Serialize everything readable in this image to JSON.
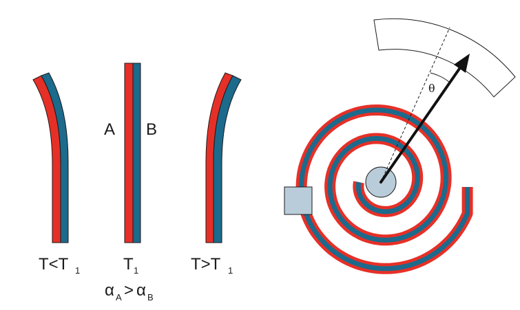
{
  "colors": {
    "metal_a": "#e63027",
    "metal_b": "#1c6a8c",
    "outline": "#1a1a1a",
    "hub": "#b8ccd9",
    "block": "#b8ccd9",
    "scale_fill": "#ffffff"
  },
  "strips": {
    "cold": {
      "label_main": "T<T",
      "label_sub": "1"
    },
    "reference": {
      "label_main": "T",
      "label_sub": "1",
      "metal_a_label": "A",
      "metal_b_label": "B",
      "alpha_main_1": "α",
      "alpha_sub_1": "A",
      "alpha_op": ">",
      "alpha_main_2": "α",
      "alpha_sub_2": "B"
    },
    "hot": {
      "label_main": "T>T",
      "label_sub": "1"
    }
  },
  "thermometer": {
    "angle_symbol": "θ",
    "icons": [
      "spiral-bimetal-coil",
      "pointer-arrow",
      "dial-scale",
      "hub-circle",
      "mounting-block"
    ]
  }
}
